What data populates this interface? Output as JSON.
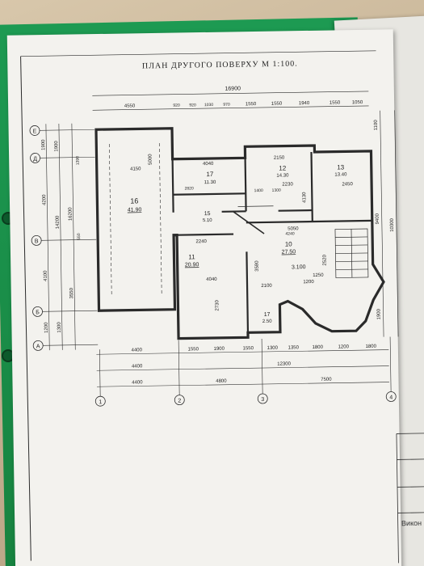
{
  "title": "ПЛАН  ДРУГОГО  ПОВЕРХУ  М 1:100.",
  "corner_text": "Викон",
  "axes": {
    "letters": [
      "Е",
      "Д",
      "В",
      "Б",
      "А"
    ],
    "numbers": [
      "1",
      "2",
      "3",
      "4"
    ]
  },
  "top_dims": {
    "overall": "16900",
    "row2": [
      "4550",
      "920",
      "920",
      "1030",
      "970",
      "1550",
      "1550",
      "1940",
      "1550",
      "1050"
    ]
  },
  "bottom_dims": {
    "row1": [
      "4400",
      "1550",
      "1900",
      "1550",
      "1300",
      "1350",
      "1800",
      "1200",
      "1800"
    ],
    "row2": [
      "4400",
      "12300"
    ],
    "row3": [
      "4400",
      "4800",
      "7500"
    ]
  },
  "left_dims": [
    "1900",
    "1900",
    "4200",
    "14200",
    "16200",
    "4100",
    "1200",
    "1300",
    "3550",
    "1390",
    "550"
  ],
  "right_dims": [
    "1100",
    "9400",
    "10300",
    "1900"
  ],
  "rooms": [
    {
      "num": "16",
      "area": "41.90"
    },
    {
      "num": "17",
      "area": "11.30"
    },
    {
      "num": "12",
      "area": "14.30"
    },
    {
      "num": "13",
      "area": "13.40"
    },
    {
      "num": "15",
      "area": "5.10"
    },
    {
      "num": "11",
      "area": "20.90"
    },
    {
      "num": "10",
      "area": "27.50"
    },
    {
      "num": "17",
      "area": "2.50"
    }
  ],
  "level": "3.100",
  "inner_dims": [
    "4150",
    "4040",
    "2150",
    "2450",
    "4040",
    "2240",
    "2820",
    "5050",
    "4240",
    "3580",
    "2100",
    "1200",
    "1250",
    "2520",
    "4130",
    "5000",
    "2730",
    "2230",
    "1400",
    "1300"
  ]
}
